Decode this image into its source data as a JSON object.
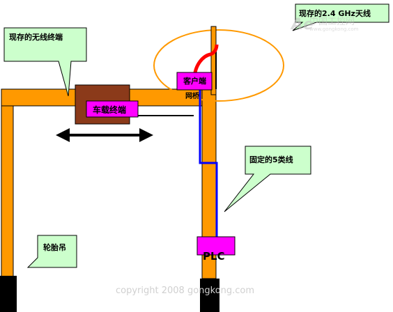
{
  "callouts": {
    "antenna": "现存的2.4 GHz天线",
    "wireless_terminal": "现存的无线终端",
    "cat5_cable": "固定的5类线",
    "rtg_crane": "轮胎吊"
  },
  "devices": {
    "client_bridge_line1": "客户端",
    "client_bridge_line2": "网桥",
    "vehicle_terminal": "车载终端",
    "plc": "PLC"
  },
  "watermark": {
    "copyright": "copyright 2008 gongkong.com",
    "logo_text": "中国工控网",
    "logo_url": "www.gongkong.com"
  },
  "colors": {
    "crane": "#FF9900",
    "device": "#FF00FF",
    "callout_fill": "#CCFFCC",
    "cable": "#0000FF",
    "antenna_cable": "#FF0000",
    "ellipse": "#FF9900",
    "terminal_box": "#8B3A1A"
  }
}
